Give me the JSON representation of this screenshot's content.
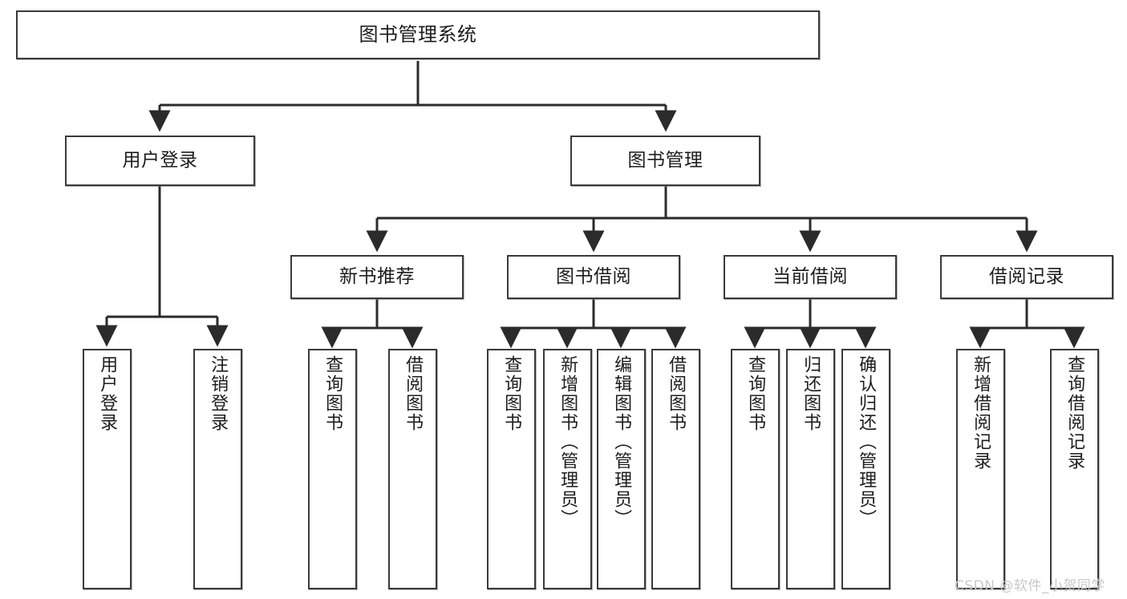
{
  "diagram": {
    "title": "图书管理系统",
    "watermark": "CSDN @软件_小贺同学",
    "colors": {
      "box_border": "#3a3a3a",
      "box_fill": "#ffffff",
      "wire": "#2b2b2b",
      "text": "#1d1d1d",
      "watermark": "#c9c9c9",
      "background": "#ffffff"
    },
    "root": {
      "label": "图书管理系统"
    },
    "level2": [
      {
        "label": "用户登录"
      },
      {
        "label": "图书管理"
      }
    ],
    "level3": [
      {
        "label": "新书推荐"
      },
      {
        "label": "图书借阅"
      },
      {
        "label": "当前借阅"
      },
      {
        "label": "借阅记录"
      }
    ],
    "leaves": {
      "user_login": [
        {
          "label": "用户登录"
        },
        {
          "label": "注销登录"
        }
      ],
      "new_book_recommend": [
        {
          "label": "查询图书"
        },
        {
          "label": "借阅图书"
        }
      ],
      "book_borrow": [
        {
          "label": "查询图书"
        },
        {
          "label": "新增图书（管理员）"
        },
        {
          "label": "编辑图书（管理员）"
        },
        {
          "label": "借阅图书"
        }
      ],
      "current_borrow": [
        {
          "label": "查询图书"
        },
        {
          "label": "归还图书"
        },
        {
          "label": "确认归还（管理员）"
        }
      ],
      "borrow_record": [
        {
          "label": "新增借阅记录"
        },
        {
          "label": "查询借阅记录"
        }
      ]
    }
  }
}
